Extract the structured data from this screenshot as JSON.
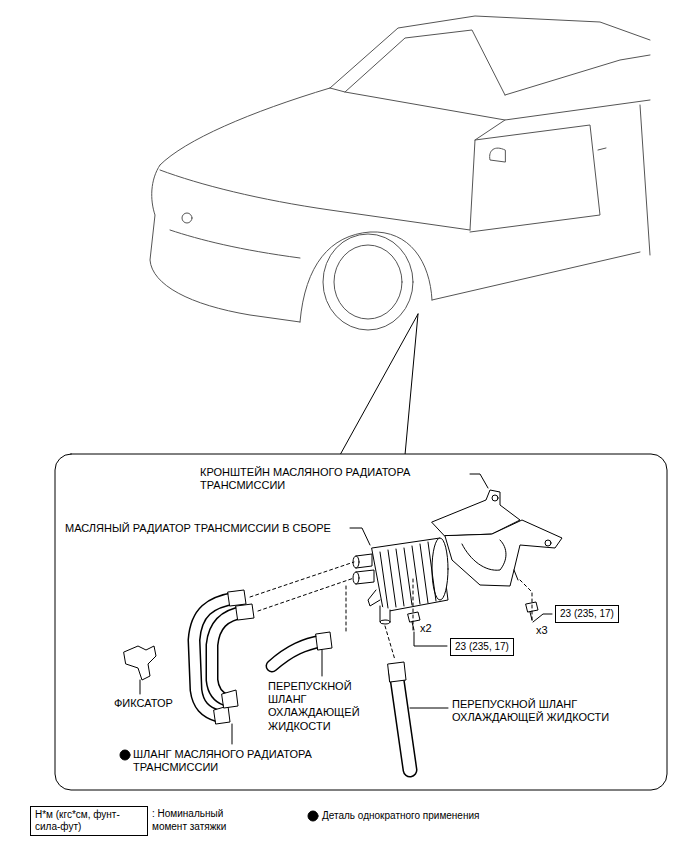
{
  "diagram": {
    "nodes": [
      {
        "text": [
          "23 (235, 17)"
        ]
      },
      {
        "text": [
          "23 (235, 17)"
        ]
      },
      {
        "text": [
          "Н*м (кгс*см, фунт-сила-фут)"
        ]
      }
    ],
    "labels": [
      "КРОНШТЕЙН МАСЛЯНОГО РАДИАТОРА ТРАНСМИССИИ",
      "МАСЛЯНЫЙ РАДИАТОР ТРАНСМИССИИ В СБОРЕ",
      "x2",
      "x3",
      "ФИКСАТОР",
      "ПЕРЕПУСКНОЙ ШЛАНГ ОХЛАЖДАЮЩЕЙ ЖИДКОСТИ",
      "ПЕРЕПУСКНОЙ ШЛАНГ ОХЛАЖДАЮЩЕЙ ЖИДКОСТИ",
      "ШЛАНГ МАСЛЯНОГО РАДИАТОРА ТРАНСМИССИИ"
    ],
    "legend": [
      {
        "text": ": Номинальный момент затяжки"
      },
      {
        "text": "Деталь однократного применения"
      }
    ]
  }
}
